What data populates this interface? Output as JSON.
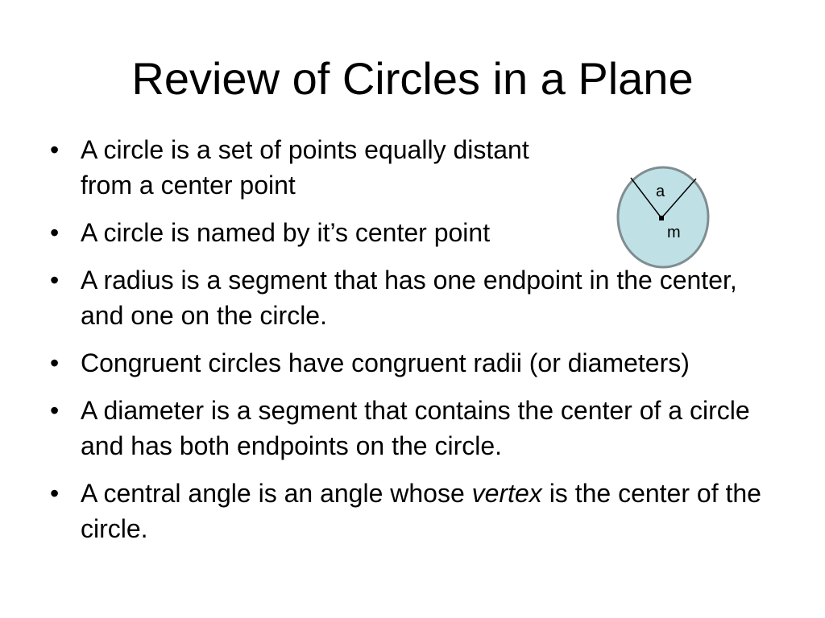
{
  "slide": {
    "title": "Review of Circles in a Plane",
    "bullets": [
      "A circle is a set of points equally distant from a center point",
      "A circle is named by it’s center point",
      "A radius is a segment that has one endpoint in the center, and one on the circle.",
      "Congruent circles have congruent radii (or diameters)",
      "A diameter is a segment that contains the center of a circle and has both endpoints on the circle."
    ],
    "last_bullet": {
      "before": "A central angle is an angle whose ",
      "emphasis": "vertex",
      "after": " is the center of the circle."
    }
  },
  "figure": {
    "angle_label": "a",
    "center_label": "m",
    "fill_color": "#bfe1e6",
    "stroke_color": "#7f8d91"
  }
}
